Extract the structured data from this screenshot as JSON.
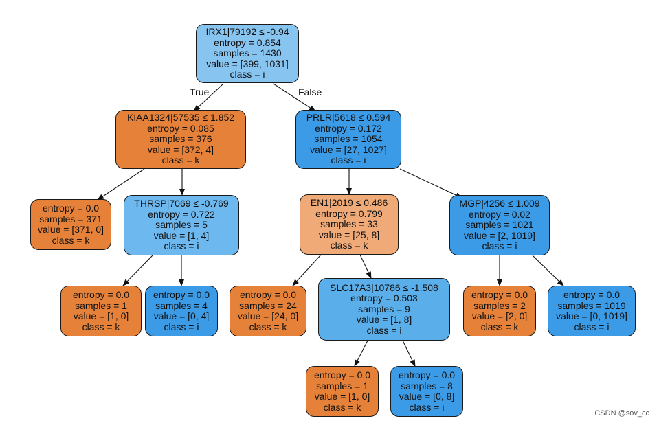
{
  "colors": {
    "class_k_strong": "#e58139",
    "class_k_light": "#efaa77",
    "class_i_strong": "#3c9be6",
    "class_i_mid": "#5aaeea",
    "class_i_light": "#6db8ee",
    "class_i_pale": "#88c4f0",
    "edge": "#111111"
  },
  "edge_labels": {
    "true_label": "True",
    "false_label": "False"
  },
  "nodes": {
    "root": {
      "split": "IRX1|79192 ≤ -0.94",
      "entropy": "entropy = 0.854",
      "samples": "samples = 1430",
      "value": "value = [399, 1031]",
      "cls": "class = i"
    },
    "n_kiaa": {
      "split": "KIAA1324|57535 ≤ 1.852",
      "entropy": "entropy = 0.085",
      "samples": "samples = 376",
      "value": "value = [372, 4]",
      "cls": "class = k"
    },
    "n_prlr": {
      "split": "PRLR|5618 ≤ 0.594",
      "entropy": "entropy = 0.172",
      "samples": "samples = 1054",
      "value": "value = [27, 1027]",
      "cls": "class = i"
    },
    "leaf_371": {
      "entropy": "entropy = 0.0",
      "samples": "samples = 371",
      "value": "value = [371, 0]",
      "cls": "class = k"
    },
    "n_thrsp": {
      "split": "THRSP|7069 ≤ -0.769",
      "entropy": "entropy = 0.722",
      "samples": "samples = 5",
      "value": "value = [1, 4]",
      "cls": "class = i"
    },
    "n_en1": {
      "split": "EN1|2019 ≤ 0.486",
      "entropy": "entropy = 0.799",
      "samples": "samples = 33",
      "value": "value = [25, 8]",
      "cls": "class = k"
    },
    "n_mgp": {
      "split": "MGP|4256 ≤ 1.009",
      "entropy": "entropy = 0.02",
      "samples": "samples = 1021",
      "value": "value = [2, 1019]",
      "cls": "class = i"
    },
    "leaf_1k": {
      "entropy": "entropy = 0.0",
      "samples": "samples = 1",
      "value": "value = [1, 0]",
      "cls": "class = k"
    },
    "leaf_4i": {
      "entropy": "entropy = 0.0",
      "samples": "samples = 4",
      "value": "value = [0, 4]",
      "cls": "class = i"
    },
    "leaf_24k": {
      "entropy": "entropy = 0.0",
      "samples": "samples = 24",
      "value": "value = [24, 0]",
      "cls": "class = k"
    },
    "n_slc": {
      "split": "SLC17A3|10786 ≤ -1.508",
      "entropy": "entropy = 0.503",
      "samples": "samples = 9",
      "value": "value = [1, 8]",
      "cls": "class = i"
    },
    "leaf_2k": {
      "entropy": "entropy = 0.0",
      "samples": "samples = 2",
      "value": "value = [2, 0]",
      "cls": "class = k"
    },
    "leaf_1019i": {
      "entropy": "entropy = 0.0",
      "samples": "samples = 1019",
      "value": "value = [0, 1019]",
      "cls": "class = i"
    },
    "leaf_1k_b": {
      "entropy": "entropy = 0.0",
      "samples": "samples = 1",
      "value": "value = [1, 0]",
      "cls": "class = k"
    },
    "leaf_8i": {
      "entropy": "entropy = 0.0",
      "samples": "samples = 8",
      "value": "value = [0, 8]",
      "cls": "class = i"
    }
  },
  "watermark": "CSDN @sov_cc"
}
